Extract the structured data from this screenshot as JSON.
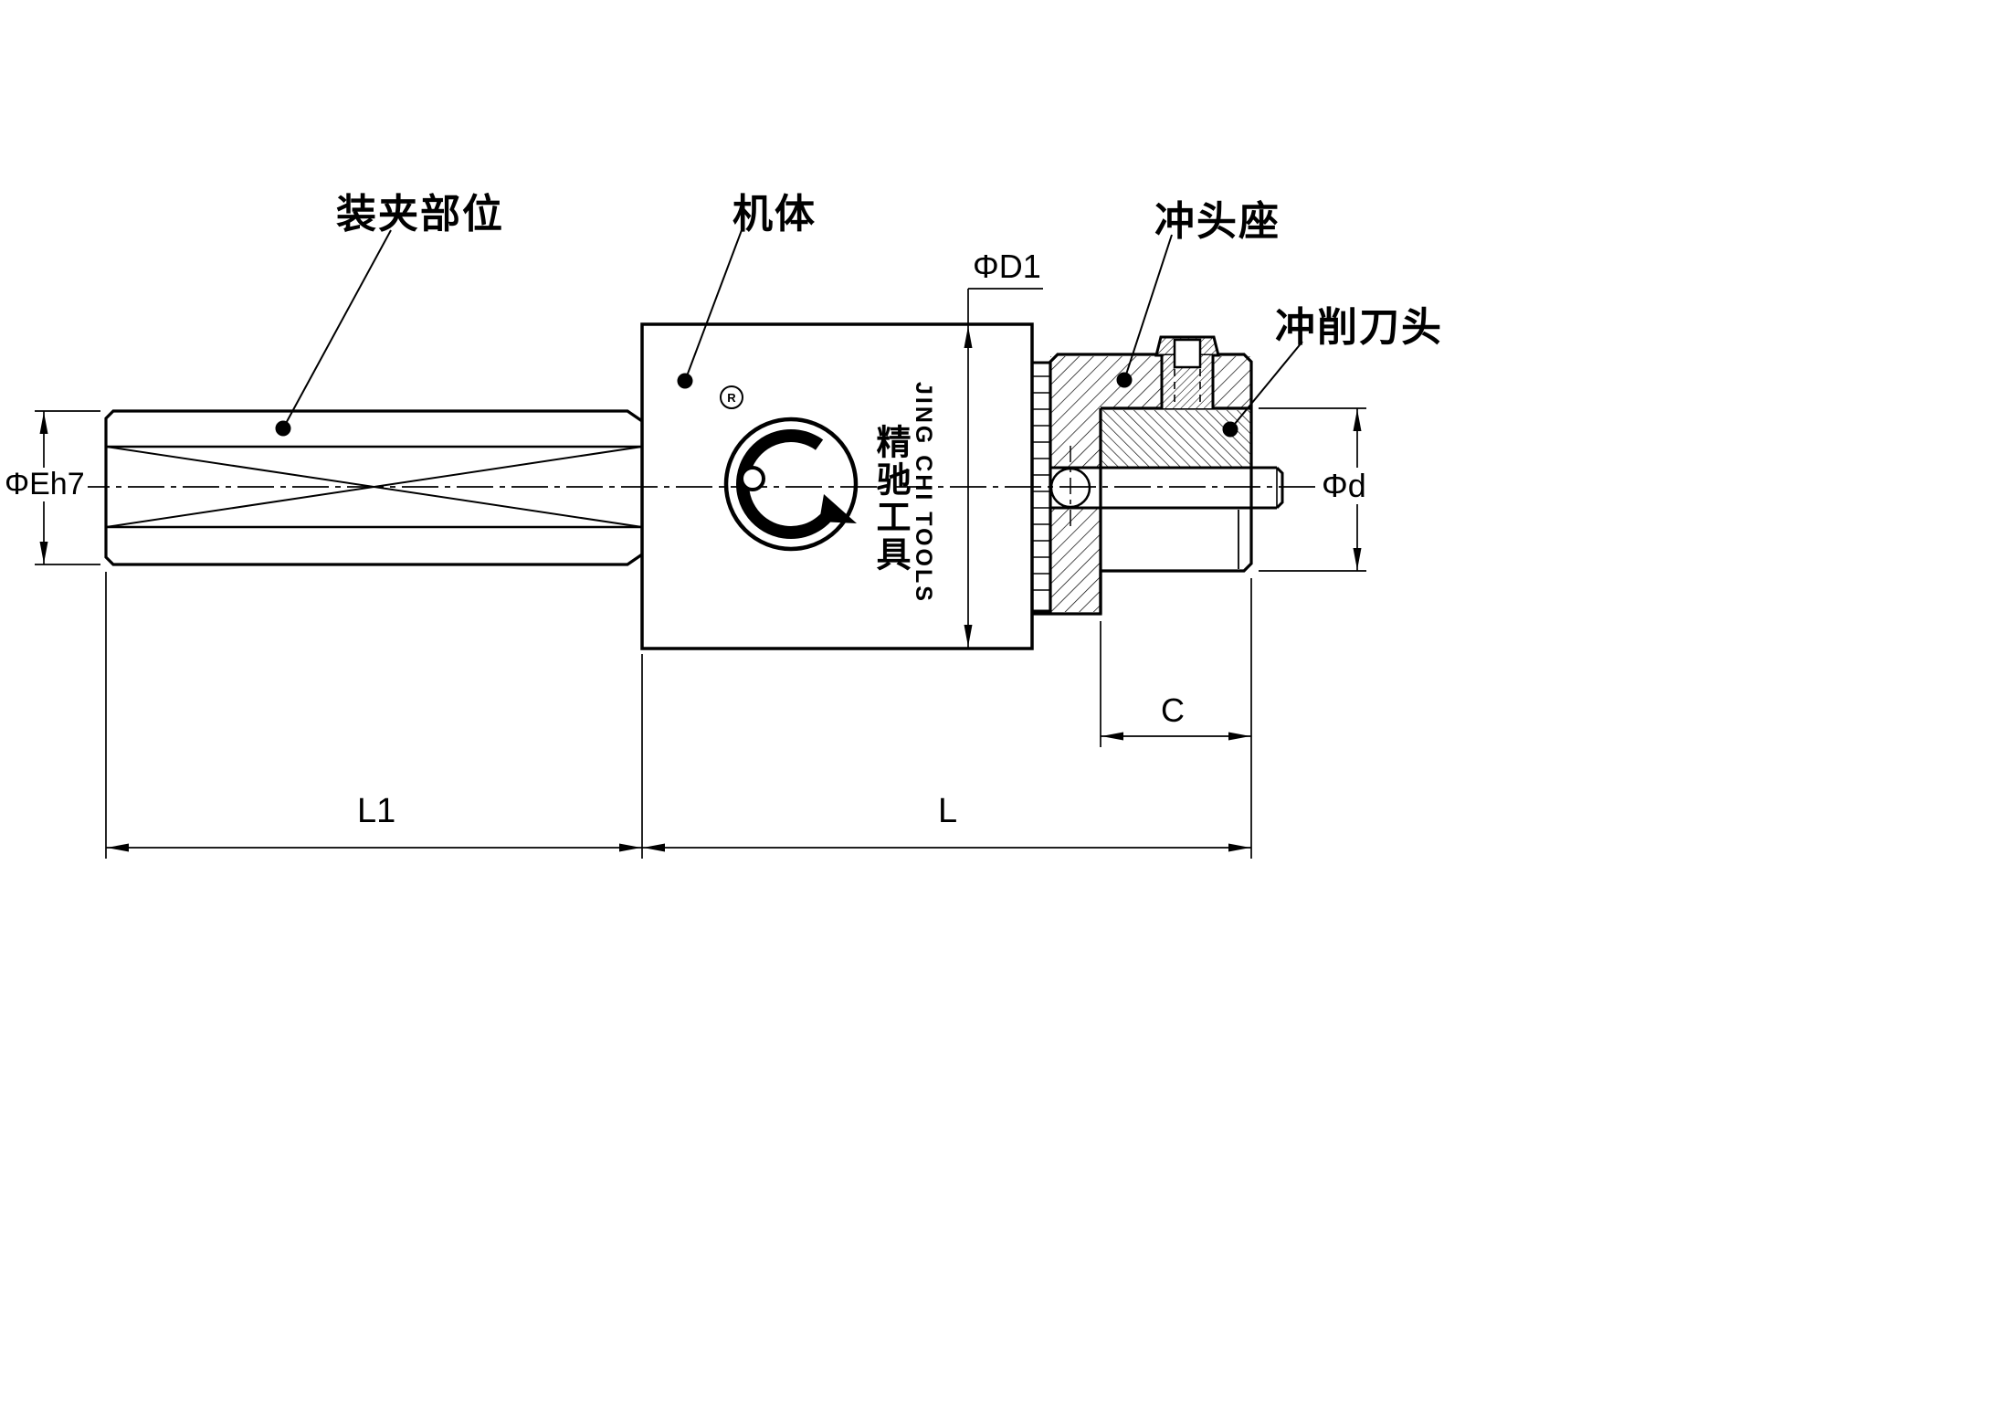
{
  "part_labels": {
    "clamping": "装夹部位",
    "body": "机体",
    "punch_seat": "冲头座",
    "cutter_head": "冲削刀头"
  },
  "dimensions": {
    "shank_diameter": "ΦEh7",
    "body_diameter": "ΦD1",
    "cutter_diameter": "Φd",
    "head_length": "C",
    "shank_length": "L1",
    "body_length": "L"
  },
  "logo": {
    "chinese": "精驰工具",
    "english": "JING CHI TOOLS",
    "registered_mark": "R"
  },
  "colors": {
    "line": "#000000",
    "background": "#ffffff"
  }
}
